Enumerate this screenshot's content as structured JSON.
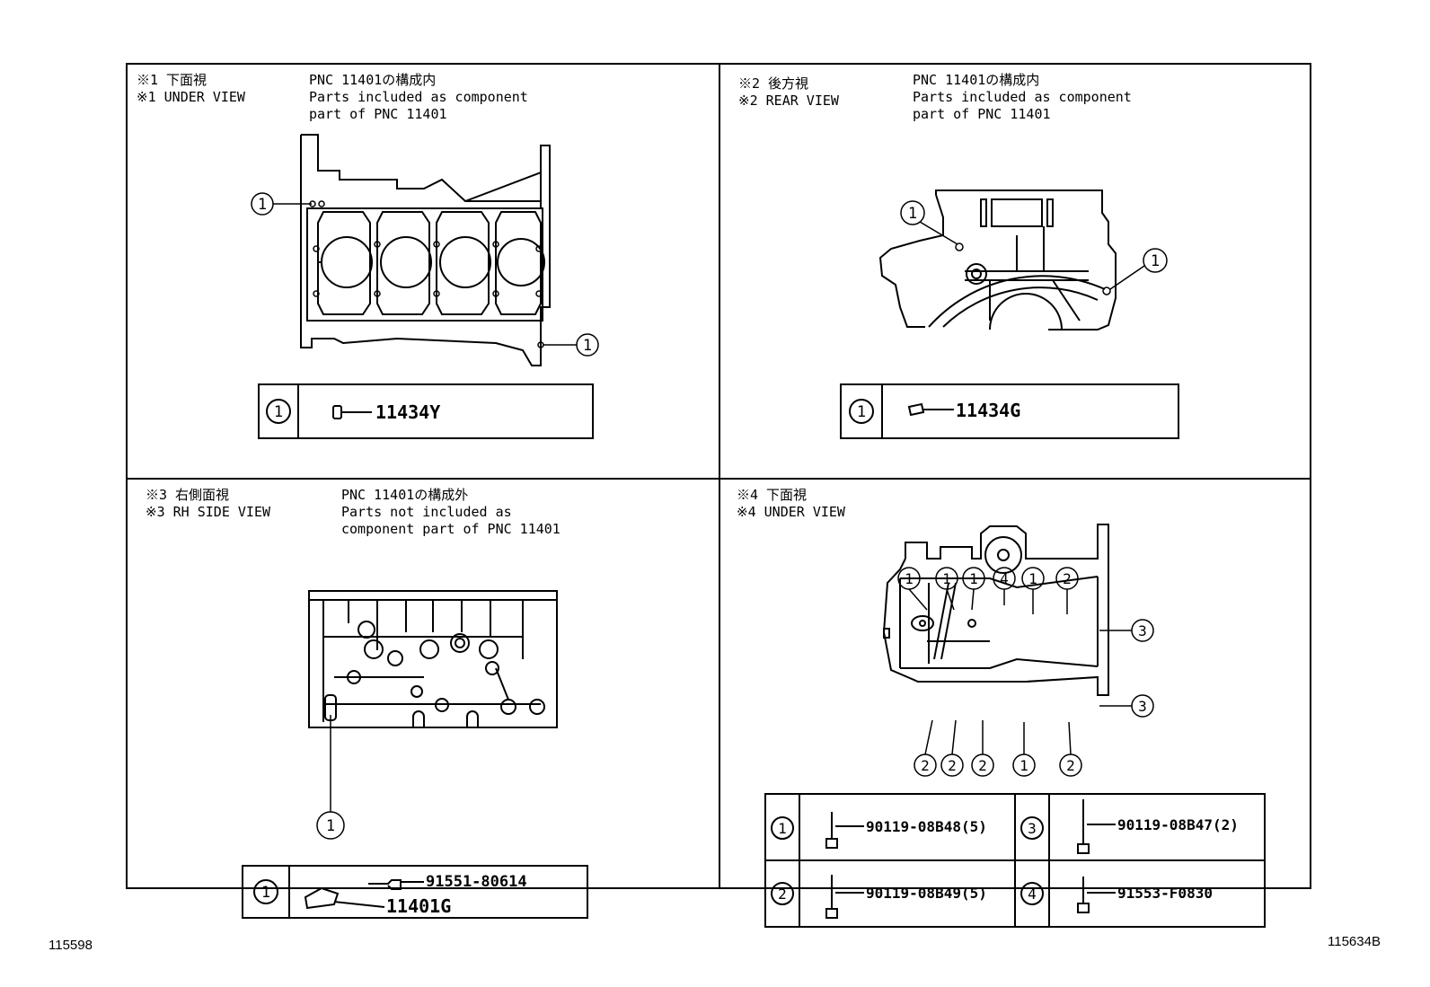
{
  "views": [
    {
      "label_ja": "※1 下面視",
      "label_en": "※1 UNDER VIEW",
      "note": [
        "PNC 11401の構成内",
        "Parts included as component",
        "part of PNC 11401"
      ],
      "callouts": [
        "1",
        "1"
      ],
      "parts": [
        {
          "key": "1",
          "number": "11434Y"
        }
      ]
    },
    {
      "label_ja": "※2 後方視",
      "label_en": "※2 REAR VIEW",
      "note": [
        "PNC 11401の構成内",
        "Parts included as component",
        "part of PNC 11401"
      ],
      "callouts": [
        "1",
        "1"
      ],
      "parts": [
        {
          "key": "1",
          "number": "11434G"
        }
      ]
    },
    {
      "label_ja": "※3 右側面視",
      "label_en": "※3 RH SIDE VIEW",
      "note": [
        "PNC 11401の構成外",
        "Parts not included as",
        "component part of PNC 11401"
      ],
      "callouts": [
        "1"
      ],
      "parts": [
        {
          "key": "1",
          "number": "91551-80614",
          "number2": "11401G"
        }
      ]
    },
    {
      "label_ja": "※4 下面視",
      "label_en": "※4 UNDER VIEW",
      "callouts_top": [
        "1",
        "1",
        "1",
        "4",
        "1",
        "2"
      ],
      "callouts_right": [
        "3",
        "3"
      ],
      "callouts_bottom": [
        "2",
        "2",
        "2",
        "1",
        "2"
      ],
      "parts": [
        {
          "key": "1",
          "number": "90119-08B48(5)"
        },
        {
          "key": "3",
          "number": "90119-08B47(2)"
        },
        {
          "key": "2",
          "number": "90119-08B49(5)"
        },
        {
          "key": "4",
          "number": "91553-F0830"
        }
      ]
    }
  ],
  "footer": {
    "left_code": "115598",
    "right_code": "115634B"
  }
}
